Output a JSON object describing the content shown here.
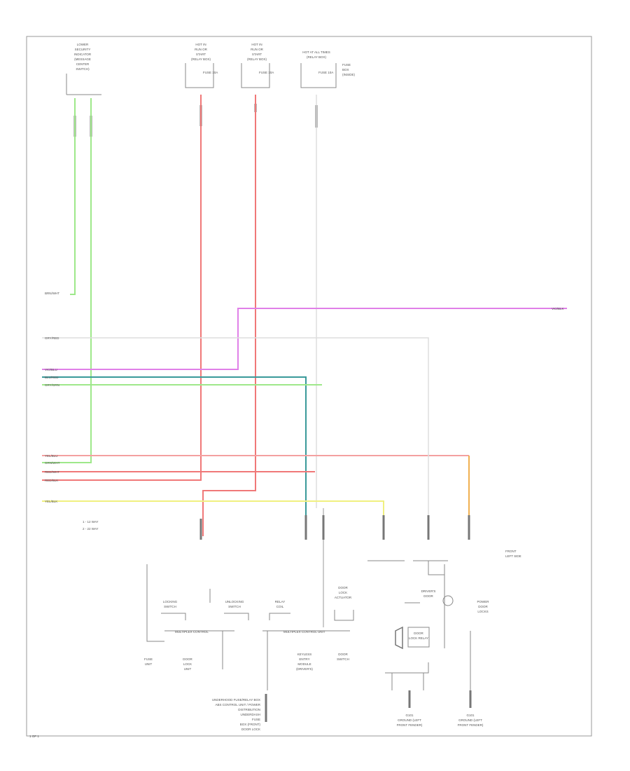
{
  "page_number": "1 OF 1",
  "top_components": [
    {
      "lines": [
        "LOWER",
        "SECURITY",
        "INDICATOR",
        "(MESSAGE",
        "CENTER",
        "SWITCH)"
      ]
    },
    {
      "lines": [
        "HOT IN",
        "RUN OR",
        "START",
        "(RELAY BOX)"
      ]
    },
    {
      "lines": [
        "HOT IN",
        "RUN OR",
        "START",
        "(RELAY BOX)"
      ]
    },
    {
      "lines": [
        "HOT AT ALL TIMES",
        "(RELAY BOX)"
      ]
    }
  ],
  "fuse_labels": [
    "FUSE 10A",
    "FUSE 10A",
    "FUSE 10A"
  ],
  "fuse_note": [
    "FUSE",
    "BOX",
    "(INSIDE)"
  ],
  "left_connector_labels": [
    "BRN/WHT",
    "GRY/RED",
    "VIO/BLU",
    "BLU/RED",
    "GRY/GRN",
    "YEL/BLU",
    "GRN/WHT",
    "RED/WHT",
    "RED/BLK",
    "YEL/BLK"
  ],
  "right_connector_label": "VIO/BLK",
  "legend": [
    "1 - 12 WAY",
    "2 - 22 WAY"
  ],
  "right_note": [
    "FRONT",
    "LEFT SIDE"
  ],
  "bottom_components": [
    {
      "lines": [
        "LOCKING",
        "SWITCH"
      ]
    },
    {
      "lines": [
        "UNLOCKING",
        "SWITCH"
      ]
    },
    {
      "lines": [
        "RELAY",
        "COIL"
      ]
    },
    {
      "lines": [
        "DOOR",
        "LOCK",
        "ACTUATOR"
      ]
    },
    {
      "lines": [
        "DRIVER'S",
        "DOOR"
      ]
    },
    {
      "lines": [
        "DOOR",
        "LOCK RELAY"
      ]
    },
    {
      "lines": [
        "POWER",
        "DOOR",
        "LOCKS"
      ]
    }
  ],
  "module_labels": [
    "MULTIPLEX CONTROL",
    "MULTIPLEX CONTROL UNIT"
  ],
  "module_sublabels": [
    {
      "lines": [
        "FUSE",
        "UNIT"
      ]
    },
    {
      "lines": [
        "DOOR",
        "LOCK",
        "UNIT"
      ]
    },
    {
      "lines": [
        "KEYLESS",
        "ENTRY",
        "MODULE",
        "(DRIVER'S)"
      ]
    },
    {
      "lines": [
        "DOOR",
        "SWITCH"
      ]
    }
  ],
  "bottom_stack": [
    "UNDERHOOD FUSE/RELAY BOX",
    "ABS CONTROL UNIT / POWER",
    "DISTRIBUTION",
    "UNDERDASH",
    "FUSE",
    "BOX (FRONT)",
    "DOOR LOCK"
  ],
  "bottom_right_labels": [
    {
      "lines": [
        "G101",
        "GROUND (LEFT",
        "FRONT FENDER)"
      ]
    },
    {
      "lines": [
        "G101",
        "GROUND (LEFT",
        "FRONT FENDER)"
      ]
    }
  ],
  "colors": {
    "green": "#9ee88a",
    "red": "#f07878",
    "pink": "#f4a0a0",
    "magenta": "#e080e8",
    "teal": "#3a9a9a",
    "yellow": "#f0f080",
    "orange": "#f0b050",
    "gray": "#dddddd",
    "frame": "#999999"
  }
}
